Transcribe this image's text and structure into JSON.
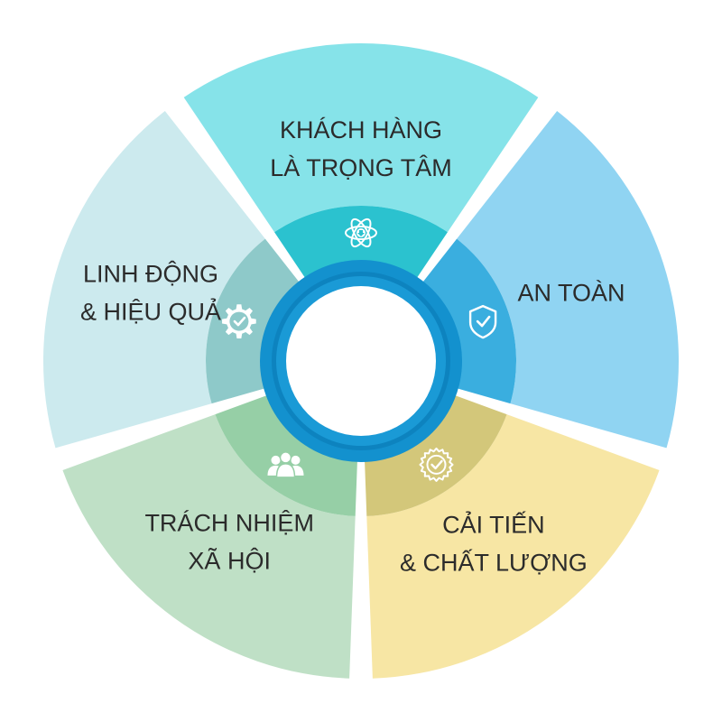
{
  "segments": [
    {
      "id": "khach-hang",
      "label_lines": [
        "KHÁCH HÀNG",
        "LÀ TRỌNG TÂM"
      ],
      "icon": "atom-icon",
      "outer_color": "#86E3E9",
      "inner_color": "#2BC2CF"
    },
    {
      "id": "an-toan",
      "label_lines": [
        "AN TOÀN"
      ],
      "icon": "shield-check-icon",
      "outer_color": "#90D4F2",
      "inner_color": "#3AAEDF"
    },
    {
      "id": "cai-tien",
      "label_lines": [
        "CẢI TIẾN",
        "& CHẤT LƯỢNG"
      ],
      "icon": "badge-check-icon",
      "outer_color": "#F7E6A4",
      "inner_color": "#D3C77A"
    },
    {
      "id": "trach-nhiem",
      "label_lines": [
        "TRÁCH NHIỆM",
        "XÃ HỘI"
      ],
      "icon": "people-icon",
      "outer_color": "#BFE0C6",
      "inner_color": "#96CFA6"
    },
    {
      "id": "linh-dong",
      "label_lines": [
        "LINH ĐỘNG",
        "& HIỆU QUẢ"
      ],
      "icon": "gear-check-icon",
      "outer_color": "#CCEAEE",
      "inner_color": "#8EC9C9"
    }
  ],
  "center": {
    "ring_color": "#1391CE",
    "inner_band_color": "#0D83BF"
  }
}
